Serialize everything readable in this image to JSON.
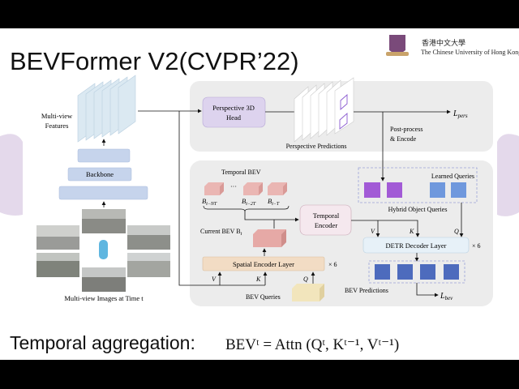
{
  "slide": {
    "title": "BEVFormer V2(CVPR’22)",
    "logo": {
      "chinese_name": "香港中文大學",
      "english_name": "The Chinese University of Hong Kong"
    },
    "footer_label": "Temporal aggregation:",
    "formula": "BEVᵗ = Attn (Qᵗ, Kᵗ⁻¹, Vᵗ⁻¹)"
  },
  "diagram": {
    "multiview_features": "Multi-view",
    "multiview_features2": "Features",
    "backbone": "Backbone",
    "images_caption": "Multi-view Images at Time t",
    "perspective_head1": "Perspective 3D",
    "perspective_head2": "Head",
    "perspective_predictions": "Perspective Predictions",
    "l_pers": "L",
    "l_pers_sub": "pers",
    "post_process1": "Post-process",
    "post_process2": "& Encode",
    "temporal_bev": "Temporal BEV",
    "ellipsis": "···",
    "b_nt": "B",
    "b_nt_sub": "t−NT",
    "b_2t": "B",
    "b_2t_sub": "t−2T",
    "b_t": "B",
    "b_t_sub": "t−T",
    "current_bev": "Current BEV B",
    "current_bev_sub": "t",
    "temporal_encoder1": "Temporal",
    "temporal_encoder2": "Encoder",
    "spatial_encoder": "Spatial Encoder Layer",
    "times6": "× 6",
    "v": "V",
    "k": "K",
    "q": "Q",
    "bev_queries": "BEV Queries",
    "learned_queries": "Learned Queries",
    "hybrid_queries": "Hybrid Object Queries",
    "detr_decoder": "DETR Decoder Layer",
    "bev_predictions": "BEV Predictions",
    "l_bev": "L",
    "l_bev_sub": "bev"
  },
  "colors": {
    "panel_gray": "#ececec",
    "head_purple": "#ddd3ee",
    "query_purple": "#a25ad6",
    "query_blue": "#6f98dd",
    "pred_blue": "#4d6bbd",
    "backbone_blue": "#c6d4ec",
    "bev_pink": "#e6a9a6",
    "spatial_tan": "#f2dcc4",
    "detr_lightblue": "#e7f1f8",
    "bev_query_yellow": "#f2e5bc",
    "crest_watermark": "#d9cce3"
  }
}
